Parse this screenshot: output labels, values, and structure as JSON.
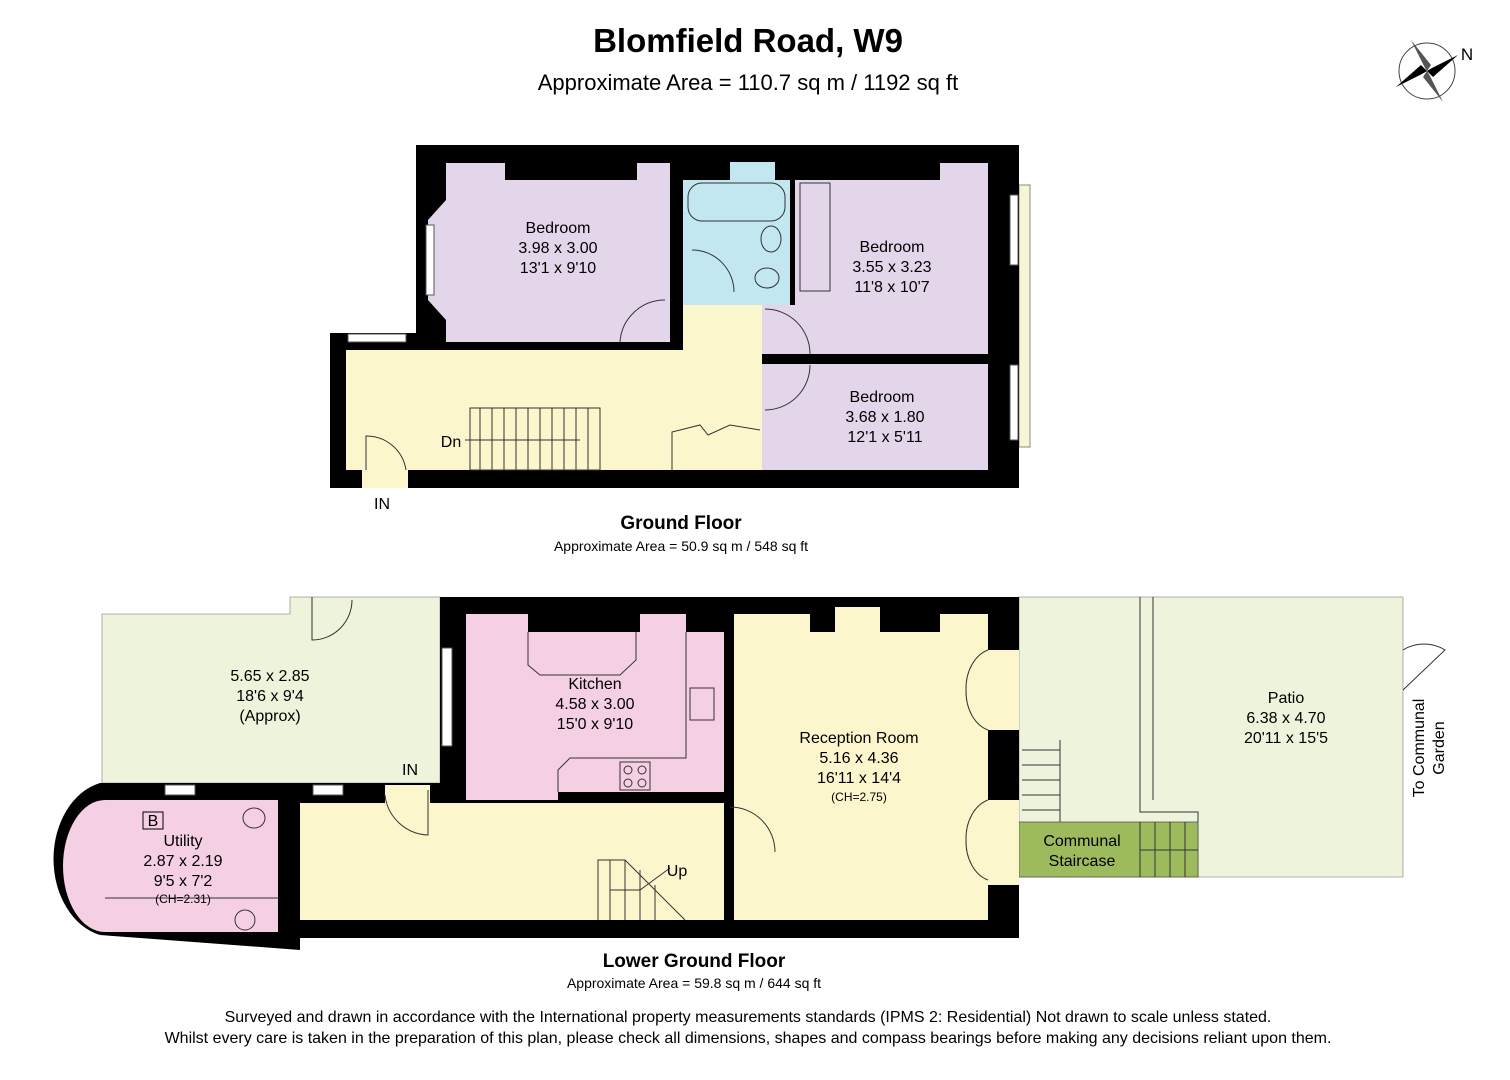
{
  "header": {
    "title": "Blomfield Road, W9",
    "subtitle": "Approximate Area = 110.7 sq m / 1192 sq ft",
    "compass_label": "N"
  },
  "colors": {
    "wall": "#000000",
    "bedroom": "#e4d6ea",
    "bathroom": "#c3e7f0",
    "hall": "#fcf6cc",
    "kitchen": "#f5cfe4",
    "outdoor": "#eef4dc",
    "communal": "#9dbb5c"
  },
  "ground_floor": {
    "label": "Ground Floor",
    "area": "Approximate Area = 50.9 sq m / 548 sq ft",
    "rooms": [
      {
        "name": "Bedroom",
        "metric": "3.98 x 3.00",
        "imperial": "13'1 x 9'10"
      },
      {
        "name": "Bedroom",
        "metric": "3.55 x 3.23",
        "imperial": "11'8 x 10'7"
      },
      {
        "name": "Bedroom",
        "metric": "3.68 x 1.80",
        "imperial": "12'1 x 5'11"
      }
    ],
    "stairs_label": "Dn",
    "entrance_label": "IN"
  },
  "lower_ground_floor": {
    "label": "Lower Ground Floor",
    "area": "Approximate Area = 59.8 sq m / 644 sq ft",
    "garden": {
      "metric": "5.65 x 2.85",
      "imperial": "18'6 x 9'4",
      "note": "(Approx)"
    },
    "kitchen": {
      "name": "Kitchen",
      "metric": "4.58 x 3.00",
      "imperial": "15'0 x 9'10"
    },
    "reception": {
      "name": "Reception Room",
      "metric": "5.16 x 4.36",
      "imperial": "16'11 x 14'4",
      "ceiling": "(CH=2.75)"
    },
    "utility": {
      "name": "Utility",
      "metric": "2.87 x 2.19",
      "imperial": "9'5 x 7'2",
      "ceiling": "(CH=2.31)",
      "boiler": "B"
    },
    "patio": {
      "name": "Patio",
      "metric": "6.38 x 4.70",
      "imperial": "20'11 x 15'5"
    },
    "communal_line1": "Communal",
    "communal_line2": "Staircase",
    "garden_link_line1": "To Communal",
    "garden_link_line2": "Garden",
    "stairs_label": "Up",
    "entrance_label": "IN"
  },
  "footer": {
    "line1": "Surveyed and drawn in accordance with the International property measurements standards (IPMS 2: Residential) Not drawn to scale unless stated.",
    "line2": "Whilst every care is taken in the preparation of this plan, please check all dimensions, shapes and compass bearings before making any decisions reliant upon them."
  }
}
